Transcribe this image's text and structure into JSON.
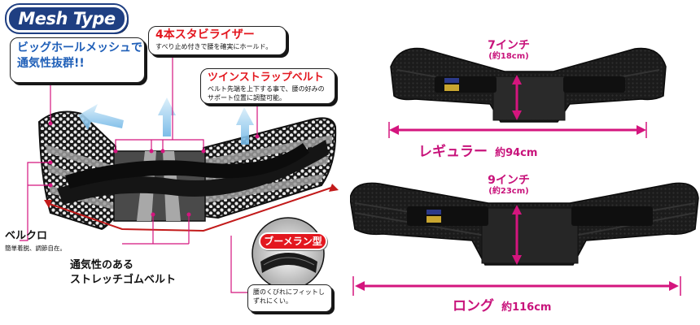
{
  "badge": {
    "label": "Mesh Type"
  },
  "callouts": {
    "mesh": {
      "line1": "ビッグホールメッシュで",
      "line2": "通気性抜群!!"
    },
    "stabilizer": {
      "title": "4本スタビライザー",
      "desc": "すべり止め付きで腰を確実にホールド。"
    },
    "twin_strap": {
      "title": "ツインストラップベルト",
      "desc1": "ベルト先端を上下する事で、腰の好みの",
      "desc2": "サポート位置に調整可能。"
    },
    "velcro": {
      "title": "ベルクロ",
      "desc": "簡単着脱、調節自在。"
    },
    "stretch": {
      "line1": "通気性のある",
      "line2": "ストレッチゴムベルト"
    },
    "boomerang": {
      "title": "ブーメラン型",
      "desc1": "腰のくびれにフィットし",
      "desc2": "ずれにくい。"
    }
  },
  "regular": {
    "height_main": "7インチ",
    "height_sub": "(約18cm)",
    "name": "レギュラー",
    "width": "約94cm"
  },
  "long": {
    "height_main": "9インチ",
    "height_sub": "(約23cm)",
    "name": "ロング",
    "width": "約116cm"
  },
  "colors": {
    "magenta": "#d4157e",
    "navy": "#1f3f82",
    "red": "#e3171f",
    "blue_text": "#1f5fb8"
  }
}
